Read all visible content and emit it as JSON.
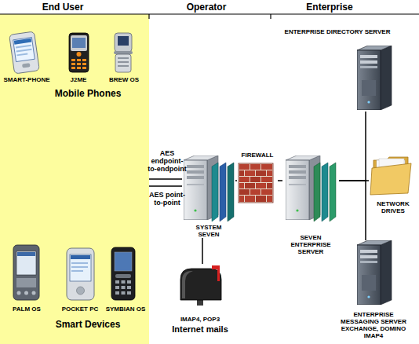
{
  "diagram": {
    "nodes": [
      {
        "text": [
          "Mobile Phones",
          "Smart Devices"
        ]
      },
      {
        "text": [
          "SMART-PHONE"
        ],
        "in": 0
      },
      {
        "text": [
          "J2ME"
        ],
        "in": 0
      },
      {
        "text": [
          "BREW OS"
        ],
        "in": 0
      },
      {
        "text": [
          "PALM OS"
        ],
        "in": 0
      },
      {
        "text": [
          "POCKET PC"
        ],
        "in": 0
      },
      {
        "text": [
          "SYMBIAN OS"
        ],
        "in": 0
      },
      {
        "text": [
          "SYSTEM SEVEN"
        ]
      },
      {
        "text": [
          "FIREWALL"
        ]
      },
      {
        "text": [
          "SEVEN ENTERPRISE SERVER"
        ]
      },
      {
        "text": [
          "ENTERPRISE DIRECTORY SERVER"
        ]
      },
      {
        "text": [
          "NETWORK DRIVES"
        ]
      },
      {
        "text": [
          "ENTERPRISE MESSAGING SERVER",
          "EXCHANGE, DOMINO IMAP4"
        ]
      },
      {
        "text": [
          "IMAP4, POP3",
          "Internet mails"
        ]
      }
    ],
    "edges": [
      {
        "from": 0,
        "to": 7,
        "arrow": "none",
        "label": "AES endpoint-to-endpoint"
      },
      {
        "from": 0,
        "to": 7,
        "arrow": "none",
        "label": "AES point-to-point"
      },
      {
        "from": 7,
        "to": 8,
        "arrow": "none"
      },
      {
        "from": 8,
        "to": 9,
        "arrow": "none"
      },
      {
        "from": 7,
        "to": 13,
        "arrow": "none"
      },
      {
        "from": 9,
        "to": 10,
        "arrow": "none"
      },
      {
        "from": 9,
        "to": 11,
        "arrow": "none"
      },
      {
        "from": 9,
        "to": 12,
        "arrow": "none"
      }
    ],
    "labels": [
      "End User",
      "Operator",
      "Enterprise"
    ]
  }
}
